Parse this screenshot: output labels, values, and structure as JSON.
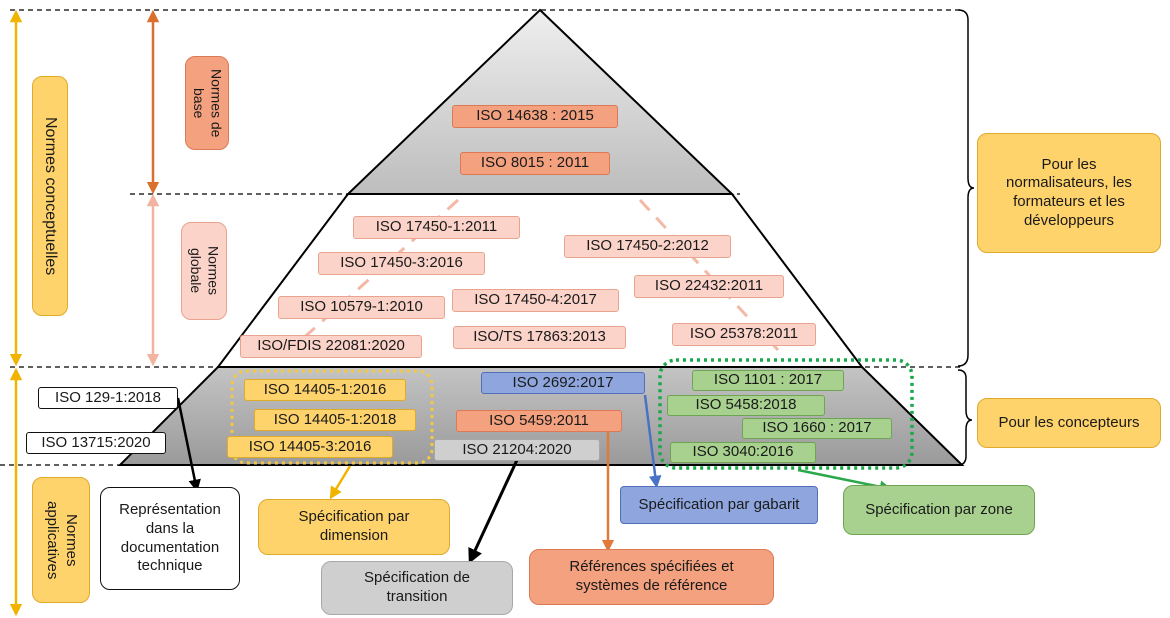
{
  "colors": {
    "yellow_fill": "#ffd36b",
    "salmon_fill": "#f3a17f",
    "pink_fill": "#fbd3c9",
    "blue_fill": "#8ea6dd",
    "green_fill": "#a8d18f",
    "grey_fill": "#cfcfcf",
    "arrow_orange": "#e07a3a",
    "arrow_blue": "#4a72c4",
    "arrow_green": "#2aa84a",
    "arrow_yellow": "#f0b400"
  },
  "left_labels": {
    "conceptuelles": "Normes conceptuelles",
    "applicatives": "Normes applicatives",
    "base": "Normes de base",
    "globale": "Normes globale"
  },
  "right_labels": {
    "normalisateurs": "Pour les normalisateurs, les formateurs et les développeurs",
    "concepteurs": "Pour les concepteurs"
  },
  "standards": {
    "base": [
      "ISO 14638 : 2015",
      "ISO 8015 : 2011"
    ],
    "global": [
      "ISO  17450-1:2011",
      "ISO  17450-2:2012",
      "ISO  17450-3:2016",
      "ISO  10579-1:2010",
      "ISO  17450-4:2017",
      "ISO  22432:2011",
      "ISO/TS  17863:2013",
      "ISO  25378:2011",
      "ISO/FDIS 22081:2020"
    ],
    "dimension": [
      "ISO  14405-1:2016",
      "ISO  14405-1:2018",
      "ISO  14405-3:2016"
    ],
    "gabarit": "ISO  2692:2017",
    "reference": "ISO  5459:2011",
    "transition": "ISO  21204:2020",
    "zone": [
      "ISO 1101 : 2017",
      "ISO  5458:2018",
      "ISO 1660 : 2017",
      "ISO 3040:2016"
    ],
    "representation": [
      "ISO 129-1:2018",
      "ISO 13715:2020"
    ]
  },
  "specifications": {
    "representation": "Représentation dans la documentation technique",
    "dimension": "Spécification par dimension",
    "transition": "Spécification de transition",
    "reference": "Références spécifiées et systèmes de référence",
    "gabarit": "Spécification par gabarit",
    "zone": "Spécification par zone"
  }
}
